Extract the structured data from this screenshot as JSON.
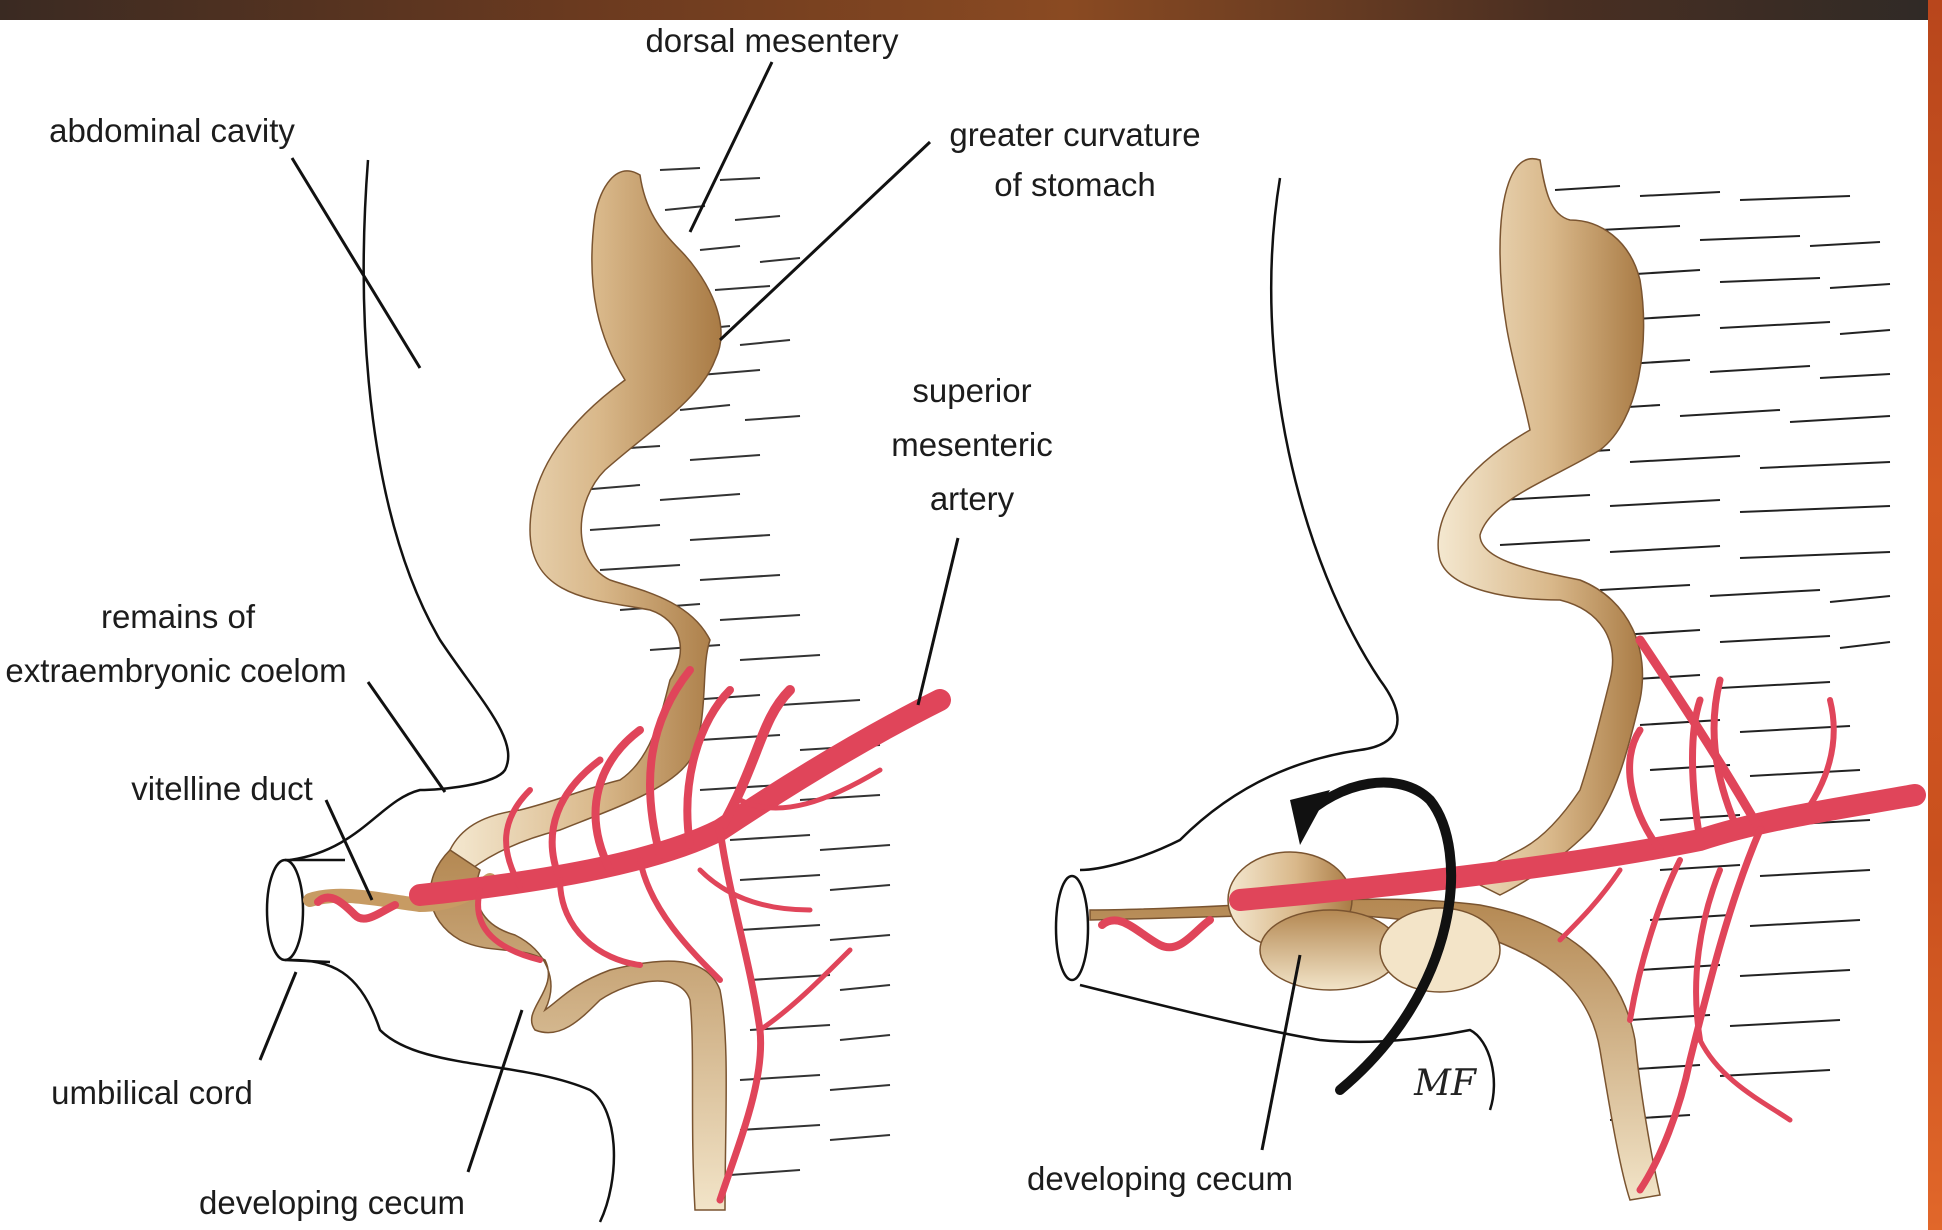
{
  "labels": {
    "dorsal_mesentery": "dorsal mesentery",
    "abdominal_cavity": "abdominal cavity",
    "greater_curvature_1": "greater curvature",
    "greater_curvature_2": "of stomach",
    "superior_1": "superior",
    "superior_2": "mesenteric",
    "superior_3": "artery",
    "remains_1": "remains of",
    "remains_2": "extraembryonic coelom",
    "vitelline_duct": "vitelline duct",
    "umbilical_cord": "umbilical cord",
    "developing_cecum_left": "developing cecum",
    "developing_cecum_right": "developing cecum",
    "signature": "MF"
  },
  "colors": {
    "gut_dark": "#b08452",
    "gut_light": "#f3e7cf",
    "artery": "#e0455a",
    "artery_dark": "#c0283d",
    "ink": "#1c1c1c",
    "frame_top": "#5a3520",
    "frame_right": "#d45a22"
  }
}
